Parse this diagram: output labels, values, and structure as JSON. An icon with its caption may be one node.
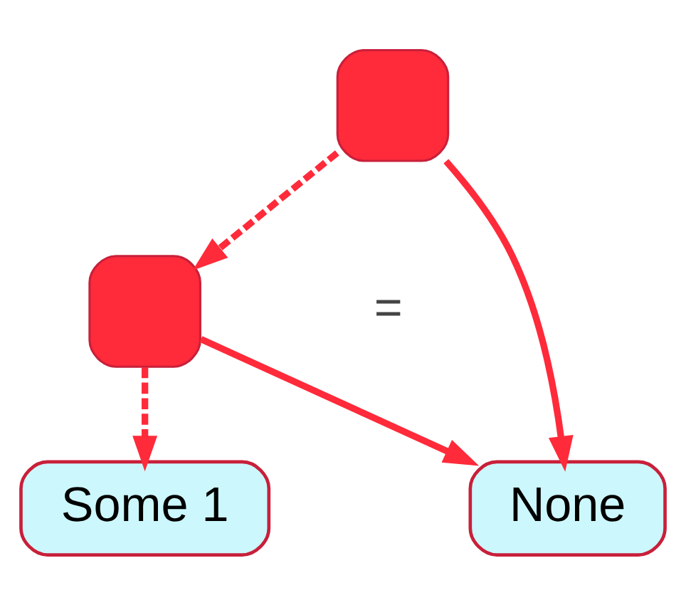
{
  "diagram": {
    "nodes": [
      {
        "text": [],
        "shape": "box"
      },
      {
        "text": [],
        "shape": "box"
      },
      {
        "text": [
          "Some 1"
        ]
      },
      {
        "text": [
          "None"
        ]
      }
    ],
    "edges": [
      {
        "from": 0,
        "to": 1,
        "arrow": "to",
        "style": "dashed"
      },
      {
        "from": 0,
        "to": 3,
        "arrow": "to"
      },
      {
        "from": 1,
        "to": 2,
        "arrow": "to",
        "style": "dashed"
      },
      {
        "from": 1,
        "to": 3,
        "arrow": "to"
      }
    ],
    "labels": [
      "="
    ]
  }
}
